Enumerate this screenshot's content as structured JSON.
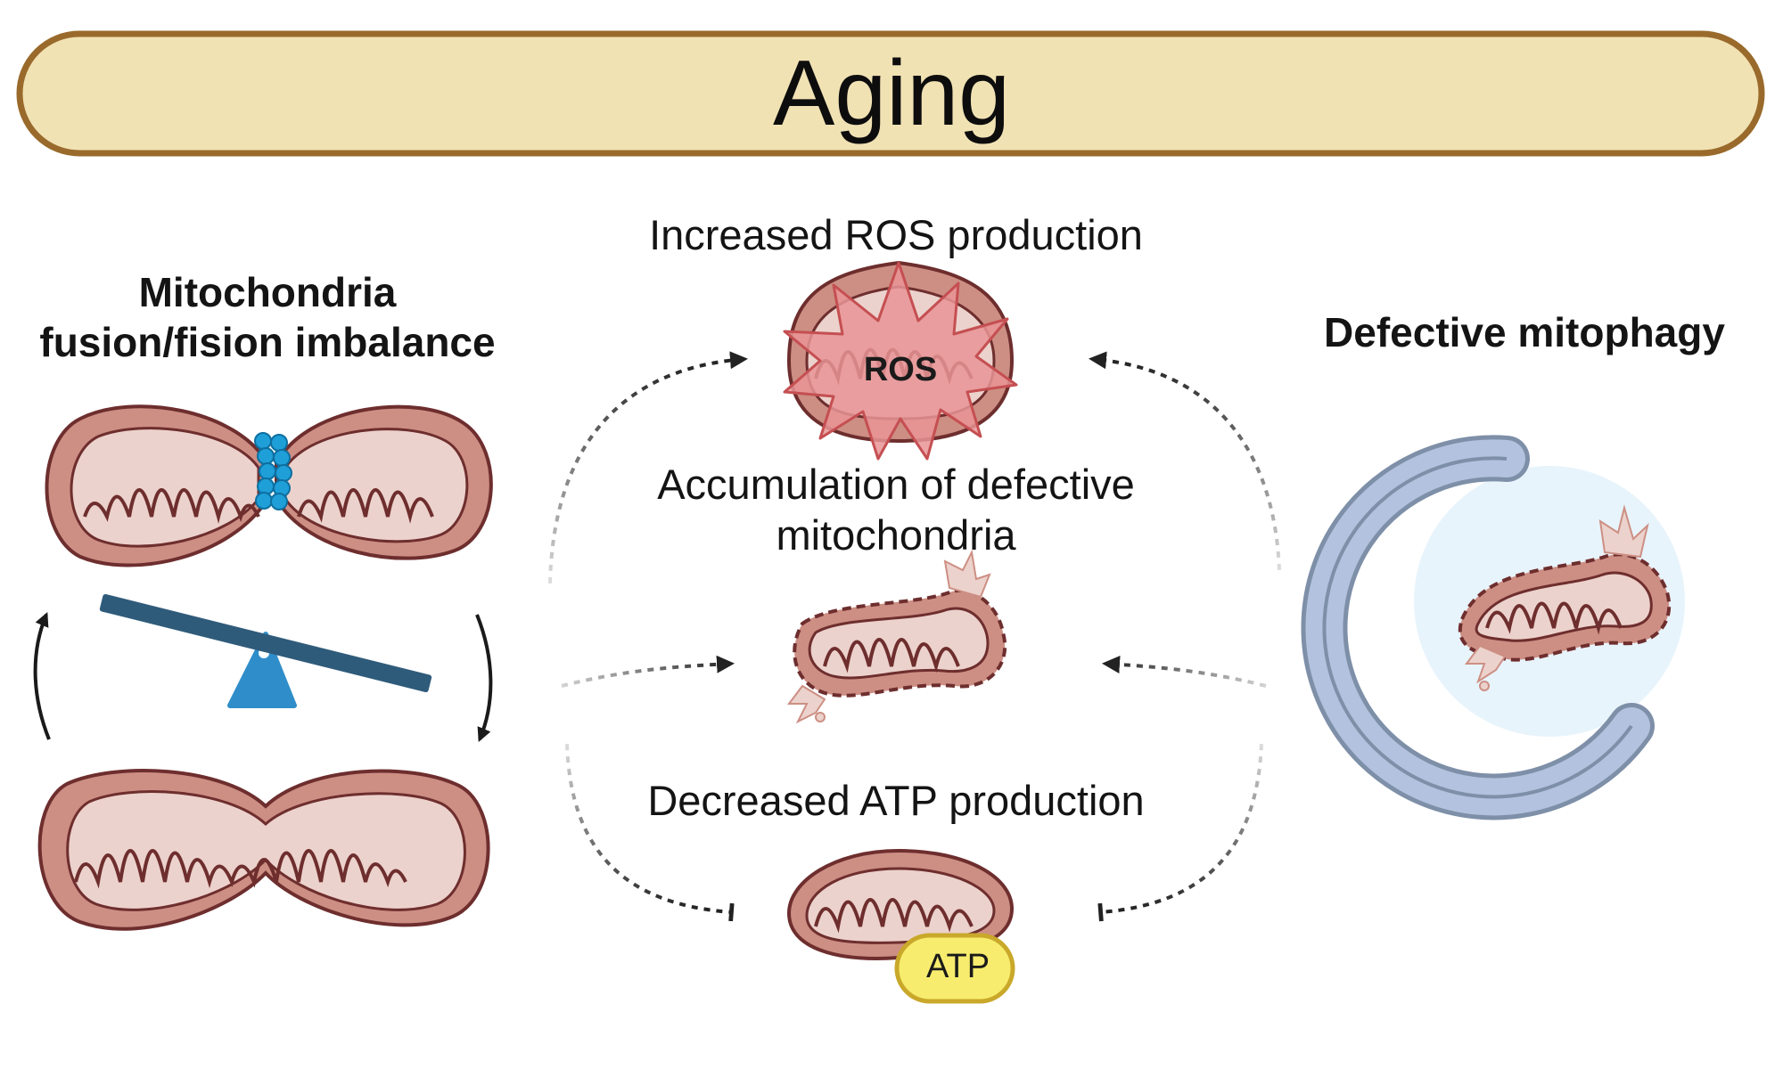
{
  "title": "Aging",
  "labels": {
    "fusion_fission": "Mitochondria fusion/fision imbalance",
    "mitophagy": "Defective mitophagy",
    "ros": "Increased ROS production",
    "accumulation": "Accumulation of defective mitochondria",
    "atp": "Decreased ATP production"
  },
  "icons": {
    "ros_burst": "ROS",
    "atp_badge": "ATP"
  },
  "colors": {
    "banner_fill": "#f1e2b4",
    "banner_stroke": "#996a2b",
    "mito_outer": "#cd8f84",
    "mito_stroke": "#6e2e2e",
    "mito_inner": "#ecd2cc",
    "ros_burst": "#e99495",
    "atp_fill": "#f7ec6e",
    "atp_stroke": "#c9a82a",
    "seesaw_beam": "#2f5b7b",
    "seesaw_base": "#2f8ec9",
    "fission_dots": "#1f9fd8",
    "phagophore": "#b2c2df",
    "lysosome_halo": "#e8f4fc"
  }
}
